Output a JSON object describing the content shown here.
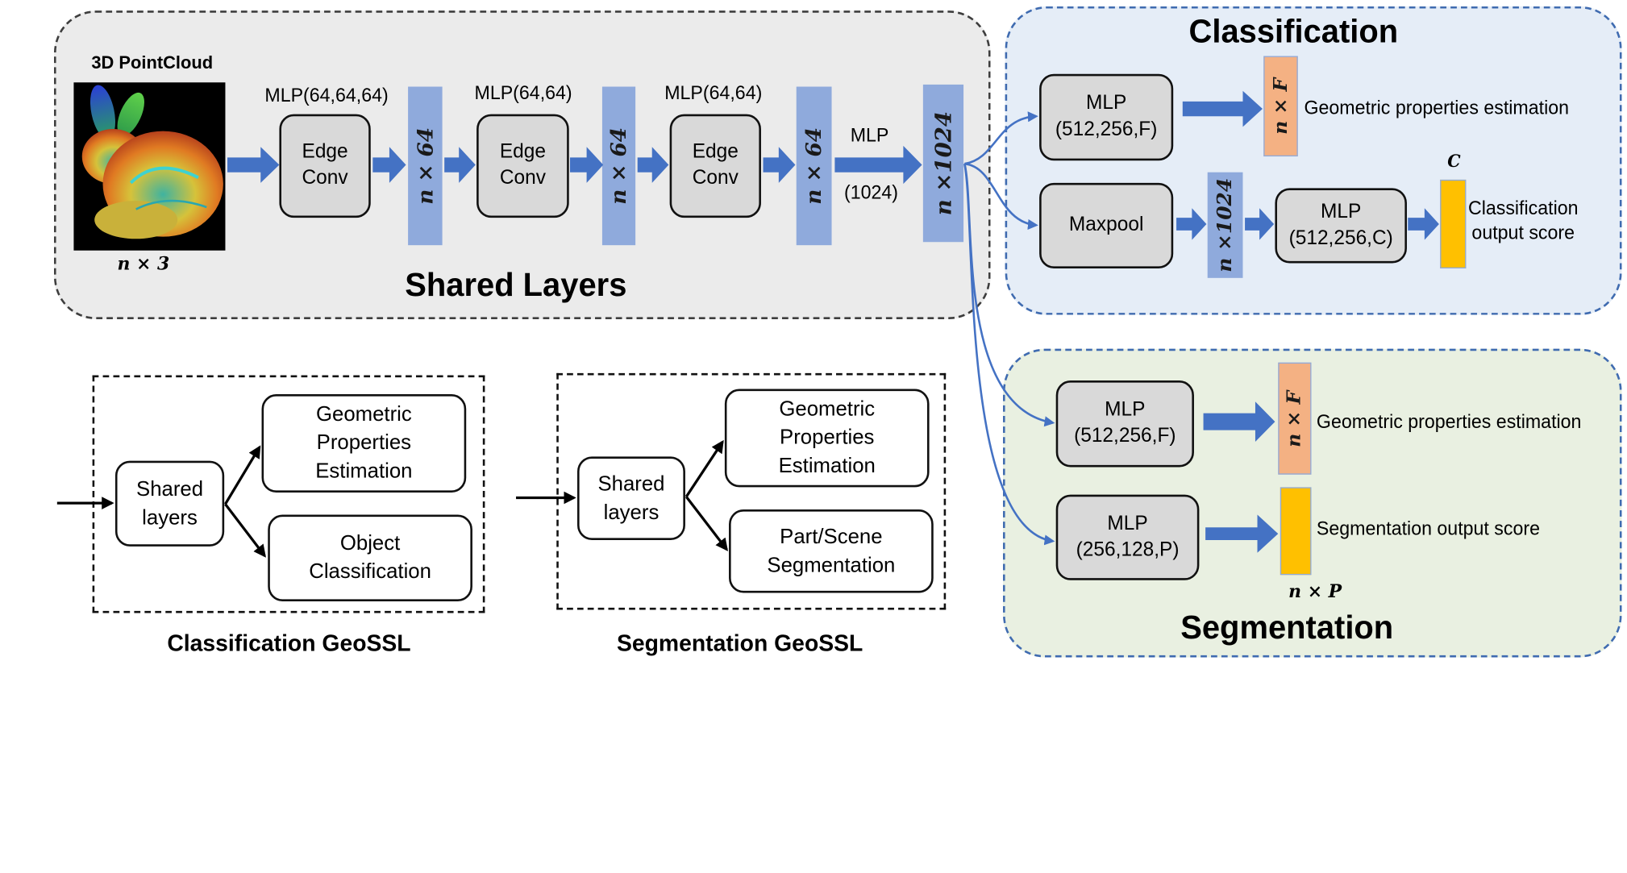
{
  "shared": {
    "title": "Shared Layers",
    "input_label": "3D PointCloud",
    "input_dims": "n × 3",
    "mlp1": "MLP(64,64,64)",
    "mlp2": "MLP(64,64)",
    "mlp3": "MLP(64,64)",
    "mlp4": "MLP",
    "mlp4_sub": "(1024)",
    "edge_conv": "Edge\nConv",
    "bar64": "n × 64",
    "bar1024": "n ×1024"
  },
  "classification": {
    "title": "Classification",
    "mlp_geo": "MLP\n(512,256,F)",
    "bar_f": "n × F",
    "geo_label": "Geometric properties estimation",
    "maxpool": "Maxpool",
    "bar1024": "n ×1024",
    "mlp_cls": "MLP\n(512,256,C)",
    "c_label": "C",
    "cls_label": "Classification\noutput score"
  },
  "segmentation": {
    "title": "Segmentation",
    "mlp_geo": "MLP\n(512,256,F)",
    "bar_f": "n × F",
    "geo_label": "Geometric properties estimation",
    "mlp_seg": "MLP\n(256,128,P)",
    "seg_label": "Segmentation output score",
    "np_label": "n × P"
  },
  "cls_geossl": {
    "shared": "Shared\nlayers",
    "geo": "Geometric\nProperties\nEstimation",
    "obj": "Object\nClassification",
    "caption": "Classification GeoSSL"
  },
  "seg_geossl": {
    "shared": "Shared\nlayers",
    "geo": "Geometric\nProperties\nEstimation",
    "seg": "Part/Scene\nSegmentation",
    "caption": "Segmentation GeoSSL"
  },
  "colors": {
    "arrow": "#4472c4",
    "bar": "#8faadc",
    "orange": "#f4b183",
    "gold": "#ffc000"
  }
}
